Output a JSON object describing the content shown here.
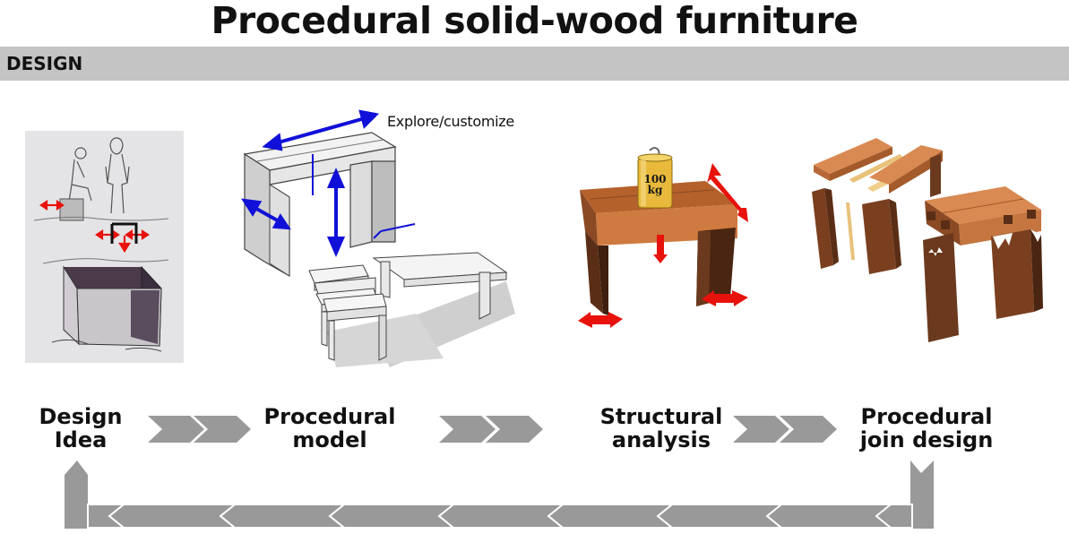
{
  "title": "Procedural solid-wood furniture",
  "section": {
    "label": "DESIGN"
  },
  "annotations": {
    "explore": "Explore/customize",
    "weight_line1": "100",
    "weight_line2": "kg"
  },
  "stages": [
    {
      "line1": "Design",
      "line2": "Idea"
    },
    {
      "line1": "Procedural",
      "line2": "model"
    },
    {
      "line1": "Structural",
      "line2": "analysis"
    },
    {
      "line1": "Procedural",
      "line2": "join design"
    }
  ],
  "colors": {
    "band": "#c4c4c4",
    "arrow_gray": "#999999",
    "force_red": "#e8120c",
    "dimension_blue": "#1010d8",
    "wood_light": "#c8703a",
    "wood_dark": "#6b3a1e"
  }
}
